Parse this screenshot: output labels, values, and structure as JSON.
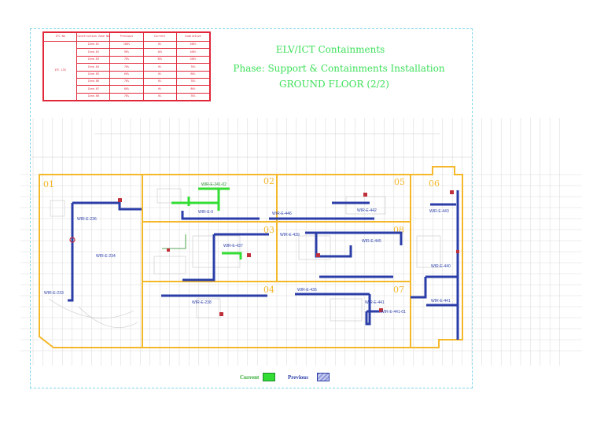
{
  "title": {
    "line1": "ELV/ICT Containments",
    "line2": "Phase: Support & Containments Installation",
    "line3": "GROUND FLOOR (2/2)"
  },
  "status_table": {
    "headers": [
      "ITC No",
      "Construction Zone No",
      "Previous",
      "Current",
      "Cumulative"
    ],
    "group_label": "IFC 133",
    "rows": [
      [
        "Zone-01",
        "100%",
        "0%",
        "100%"
      ],
      [
        "Zone-02",
        "90%",
        "10%",
        "100%"
      ],
      [
        "Zone-03",
        "70%",
        "30%",
        "100%"
      ],
      [
        "Zone-04",
        "70%",
        "0%",
        "70%"
      ],
      [
        "Zone-05",
        "60%",
        "0%",
        "60%"
      ],
      [
        "Zone-06",
        "70%",
        "0%",
        "70%"
      ],
      [
        "Zone-07",
        "80%",
        "0%",
        "80%"
      ],
      [
        "Zone-08",
        "70%",
        "0%",
        "70%"
      ]
    ]
  },
  "zones": [
    "01",
    "02",
    "03",
    "04",
    "05",
    "06",
    "07",
    "08"
  ],
  "run_labels": {
    "l236": "WIR-E-236",
    "l234": "WIR-E-234",
    "l233": "WIR-E-233",
    "l241": "WIR-E-241-02",
    "l0b": "WIR-E-0",
    "l446": "WIR-E-446",
    "l442": "WIR-E-442",
    "l443": "WIR-E-443",
    "l439": "WIR-E-439",
    "l437": "WIR-E-437",
    "l445": "WIR-E-445",
    "l238": "WIR-E-238",
    "l435": "WIR-E-435",
    "l441": "WIR-E-441",
    "l44101": "WIR-E-441-01",
    "l440": "WIR-E-440",
    "l441b": "WIR-E-441"
  },
  "legend": {
    "current_label": "Current",
    "previous_label": "Previous"
  },
  "colors": {
    "current": "#33dd33",
    "previous": "#2b3ea8",
    "zone_outline": "#f5b82a",
    "table": "#e0283a",
    "title": "#3ee05a",
    "sheet_border": "#7fd6ee"
  }
}
